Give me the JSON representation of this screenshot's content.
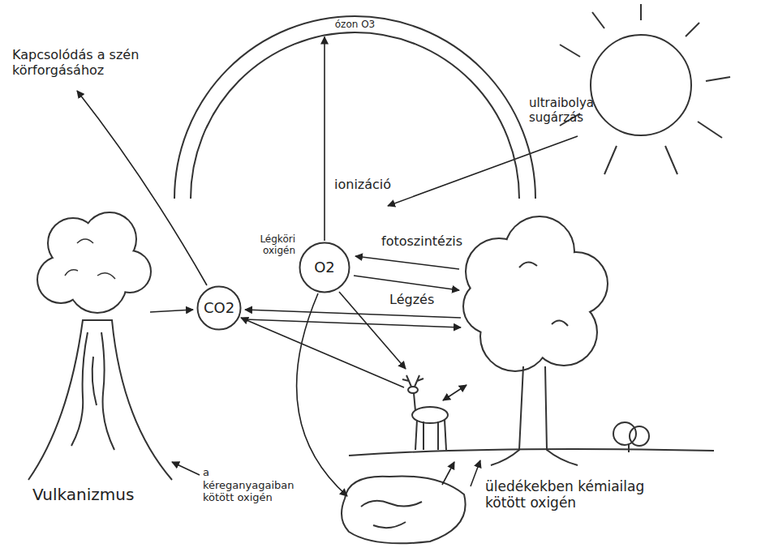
{
  "diagram": {
    "nodes": [
      {
        "text": [
          "ózon O3"
        ]
      },
      {
        "text": [
          "Légköri oxigén",
          "O2"
        ]
      },
      {
        "text": [
          "CO2"
        ]
      }
    ],
    "edges": [
      {
        "from": 1,
        "to": 0,
        "arrow": "to"
      }
    ],
    "labels": [
      "Kapcsolódás a szén körforgásához",
      "ultraibolya sugárzás",
      "ionizáció",
      "fotoszintézis",
      "Légzés",
      "Vulkanizmus",
      "a kéreganyagaiban kötött oxigén",
      "üledékekben kémiailag kötött oxigén"
    ]
  }
}
